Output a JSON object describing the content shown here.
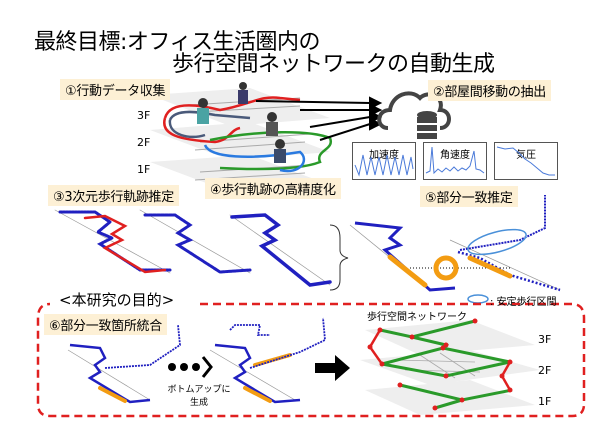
{
  "title": {
    "prefix": "最終目標:",
    "line1": "オフィス生活圏内の",
    "line2": "歩行空間ネットワークの自動生成"
  },
  "steps": [
    {
      "label": "①行動データ収集"
    },
    {
      "label": "②部屋間移動の抽出"
    },
    {
      "label": "③3次元歩行軌跡推定"
    },
    {
      "label": "④歩行軌跡の高精度化"
    },
    {
      "label": "⑤部分一致推定"
    },
    {
      "label": "⑥部分一致箇所統合"
    }
  ],
  "floors_top": [
    "3F",
    "2F",
    "1F"
  ],
  "floors_network": [
    "3F",
    "2F",
    "1F"
  ],
  "sensors": [
    {
      "label": "加速度"
    },
    {
      "label": "角速度"
    },
    {
      "label": "気圧"
    }
  ],
  "legend": {
    "label": ": 安定歩行区間"
  },
  "purpose": {
    "label": "<本研究の目的>"
  },
  "bottom_up": {
    "line1": "ボトムアップに",
    "line2": "生成"
  },
  "network": {
    "label": "歩行空間ネットワーク"
  },
  "colors": {
    "highlight_bg": "#fdf0d5",
    "trajectory": "#2020c0",
    "estimated": "#e02020",
    "matched": "#f39c12",
    "network_edge": "#2a9a2a",
    "network_node": "#e02020",
    "dashed_border": "#e02020",
    "stable_ellipse": "#4a90d9"
  }
}
